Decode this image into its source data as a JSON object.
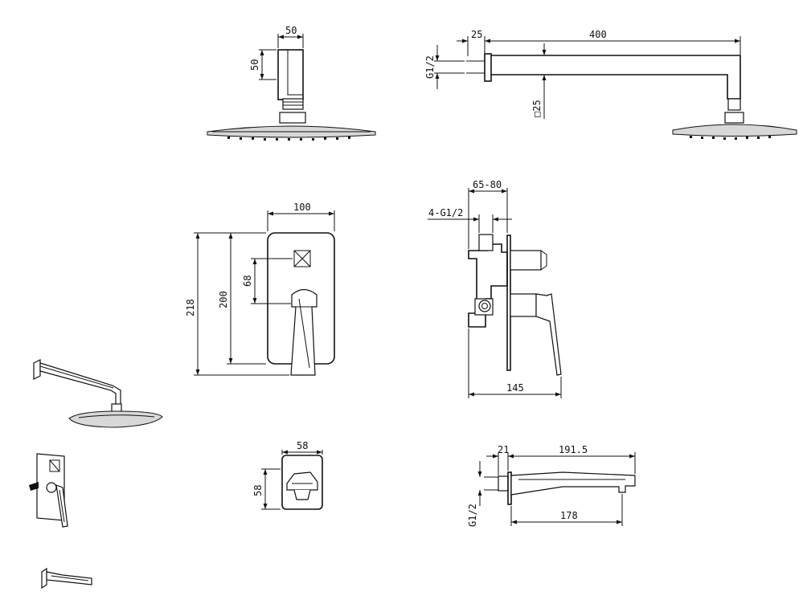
{
  "dimensions": {
    "head_width": "50",
    "head_height": "50",
    "arm_offset": "25",
    "arm_length": "400",
    "arm_thread": "G1/2",
    "arm_section": "□25",
    "plate_width": "100",
    "plate_height_outer": "218",
    "plate_height_inner": "200",
    "plate_center_gap": "68",
    "body_depth": "65-80",
    "body_inlets": "4-G1/2",
    "body_total_depth": "145",
    "knob_width": "58",
    "knob_height": "58",
    "spout_offset": "21",
    "spout_length": "191.5",
    "spout_reach": "178",
    "spout_thread": "G1/2"
  }
}
